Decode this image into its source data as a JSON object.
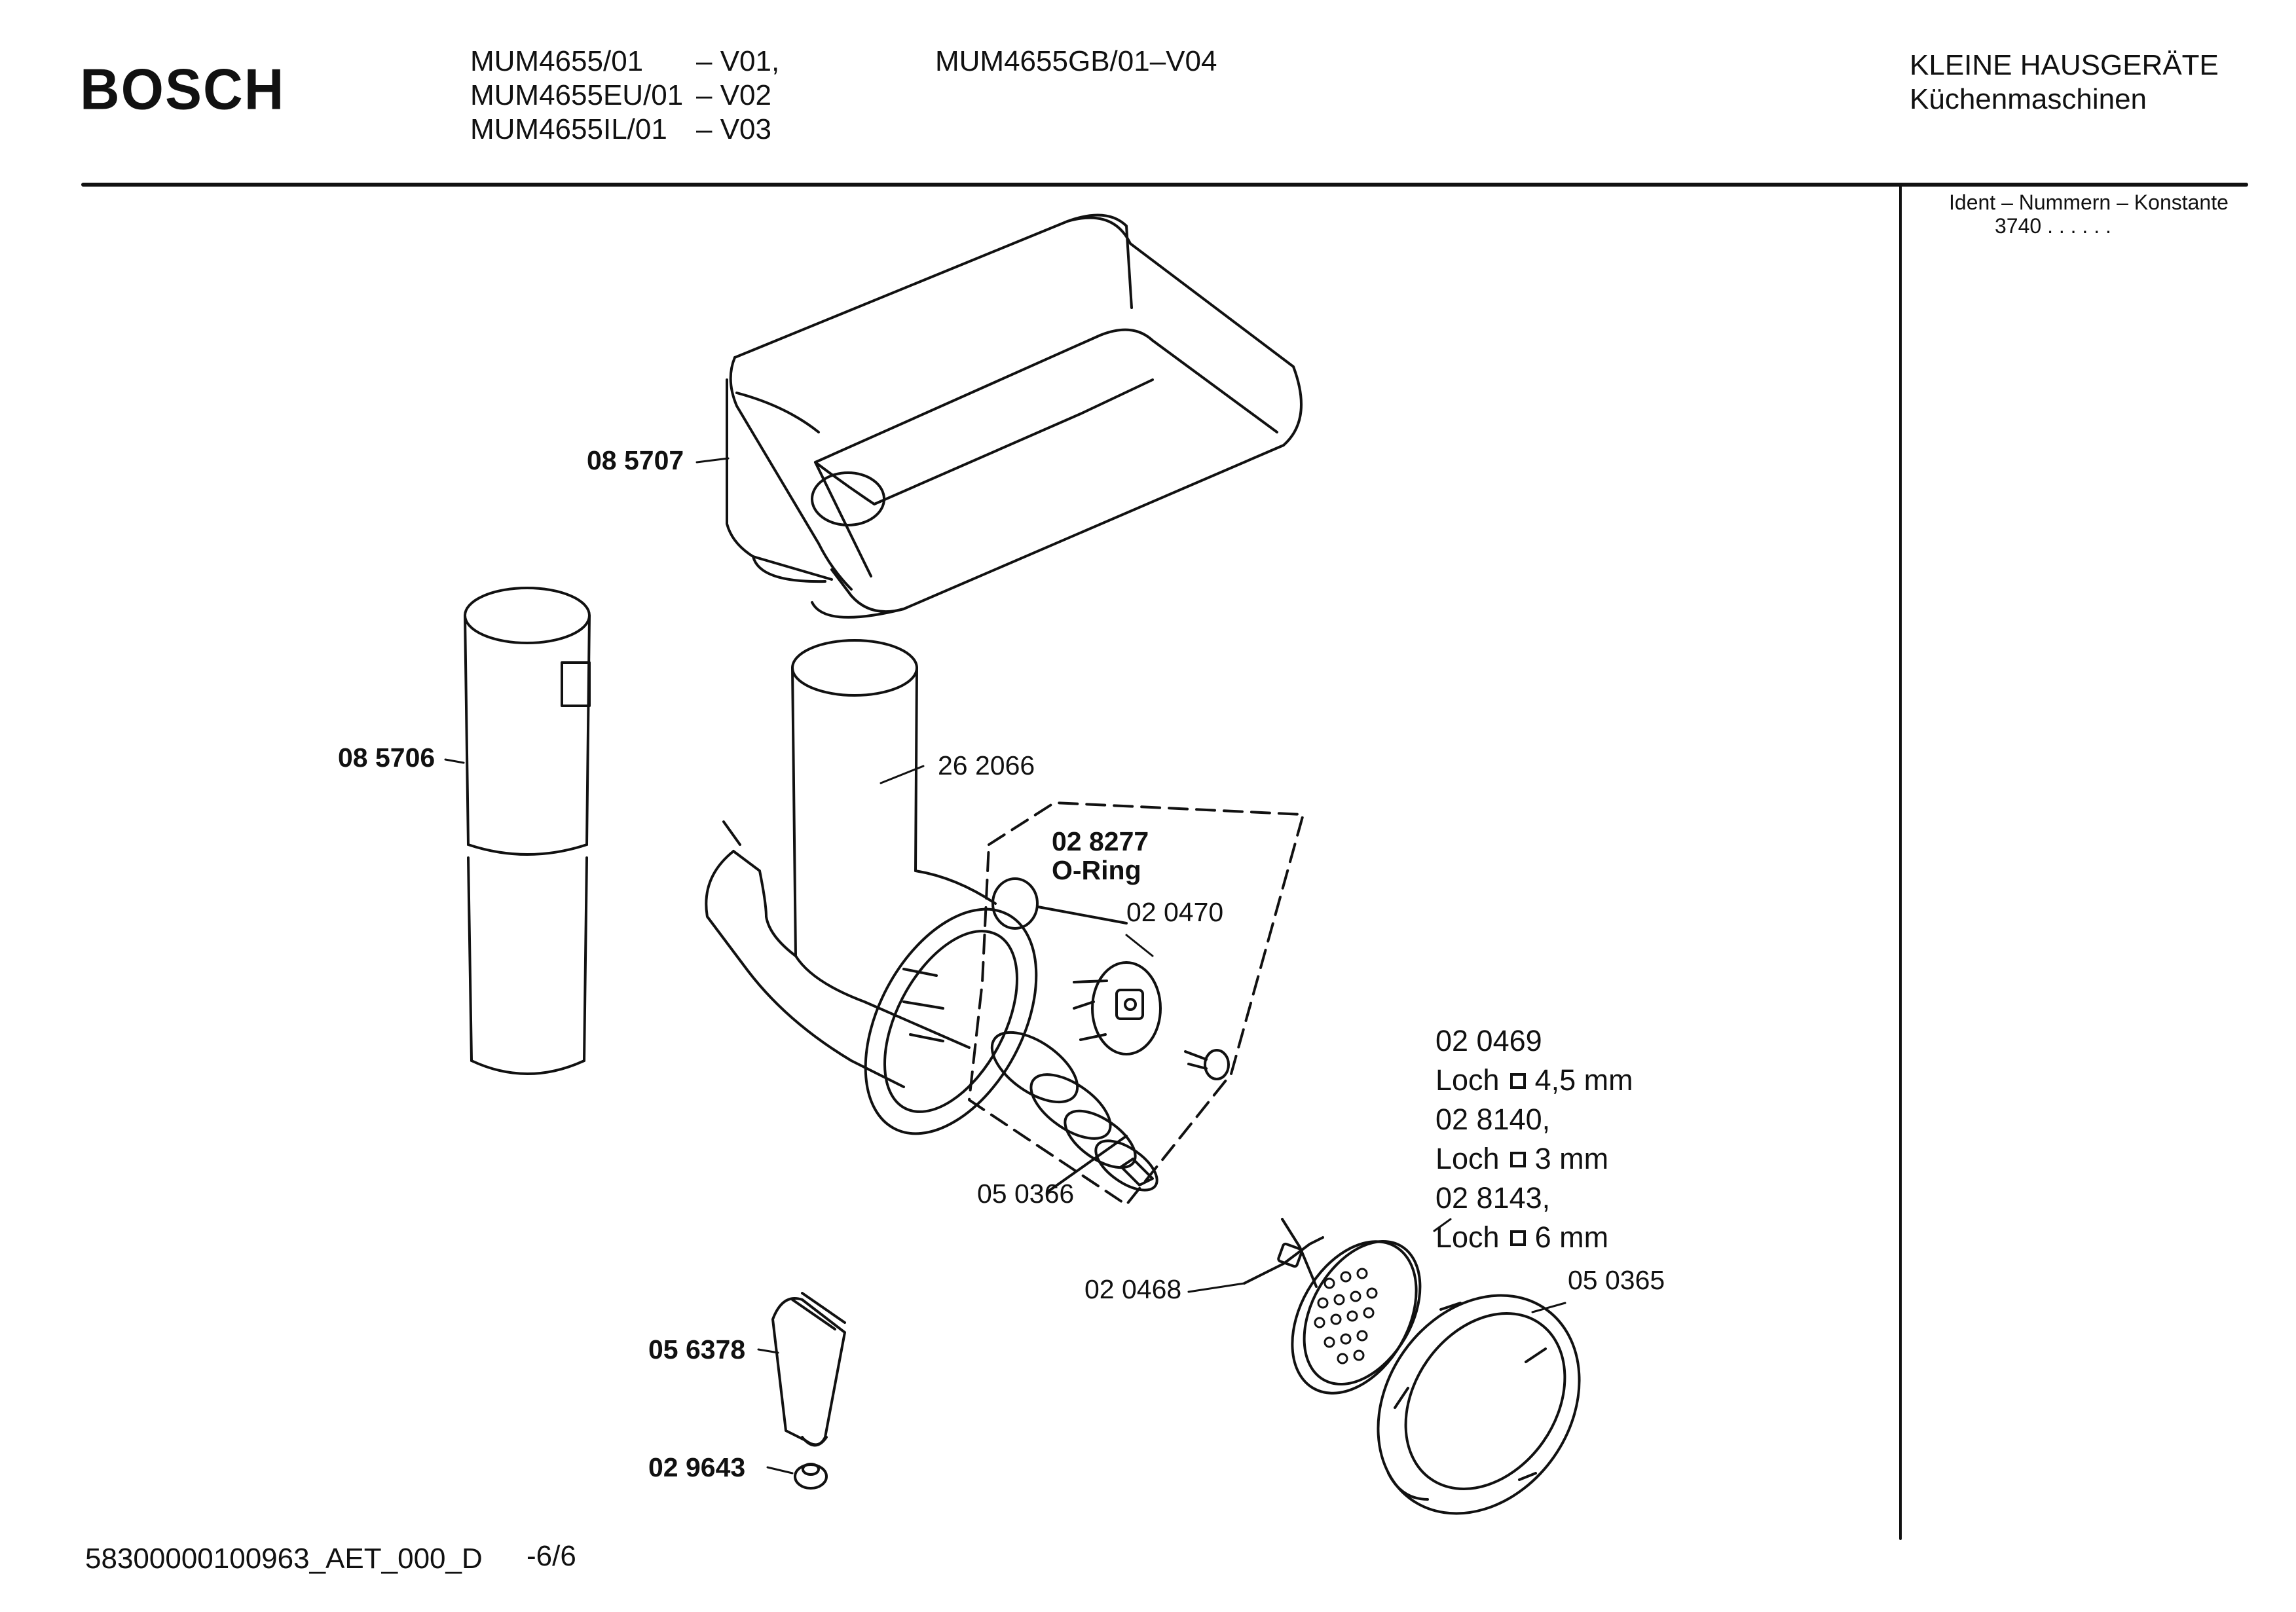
{
  "header": {
    "brand": "BOSCH",
    "models": [
      {
        "name": "MUM4655/01",
        "variant": "– V01,"
      },
      {
        "name": "MUM4655EU/01",
        "variant": "– V02"
      },
      {
        "name": "MUM4655IL/01",
        "variant": "– V03"
      }
    ],
    "model_extra": "MUM4655GB/01–V04",
    "category": "KLEINE HAUSGERÄTE",
    "subcategory": "Küchenmaschinen"
  },
  "ident": {
    "label": "Ident – Nummern – Konstante",
    "value": "3740 . .   . . . ."
  },
  "parts": [
    {
      "number": "08 5707"
    },
    {
      "number": "08 5706"
    },
    {
      "number": "26 2066"
    },
    {
      "number": "02 8277",
      "name": "O-Ring"
    },
    {
      "number": "02 0470"
    },
    {
      "number": "05 0366"
    },
    {
      "number": "02 0468"
    },
    {
      "number": "05 0365"
    },
    {
      "number": "05 6378"
    },
    {
      "number": "02 9643"
    }
  ],
  "disc_options": {
    "lines": [
      {
        "text": "02 0469"
      },
      {
        "text": "Loch",
        "suffix": "4,5 mm"
      },
      {
        "text": "02 8140,"
      },
      {
        "text": "Loch",
        "suffix": "3 mm"
      },
      {
        "text": "02 8143,"
      },
      {
        "text": "Loch",
        "suffix": "6 mm"
      }
    ]
  },
  "footer": {
    "doc_id": "58300000100963_AET_000_D",
    "page": "-6/6"
  }
}
